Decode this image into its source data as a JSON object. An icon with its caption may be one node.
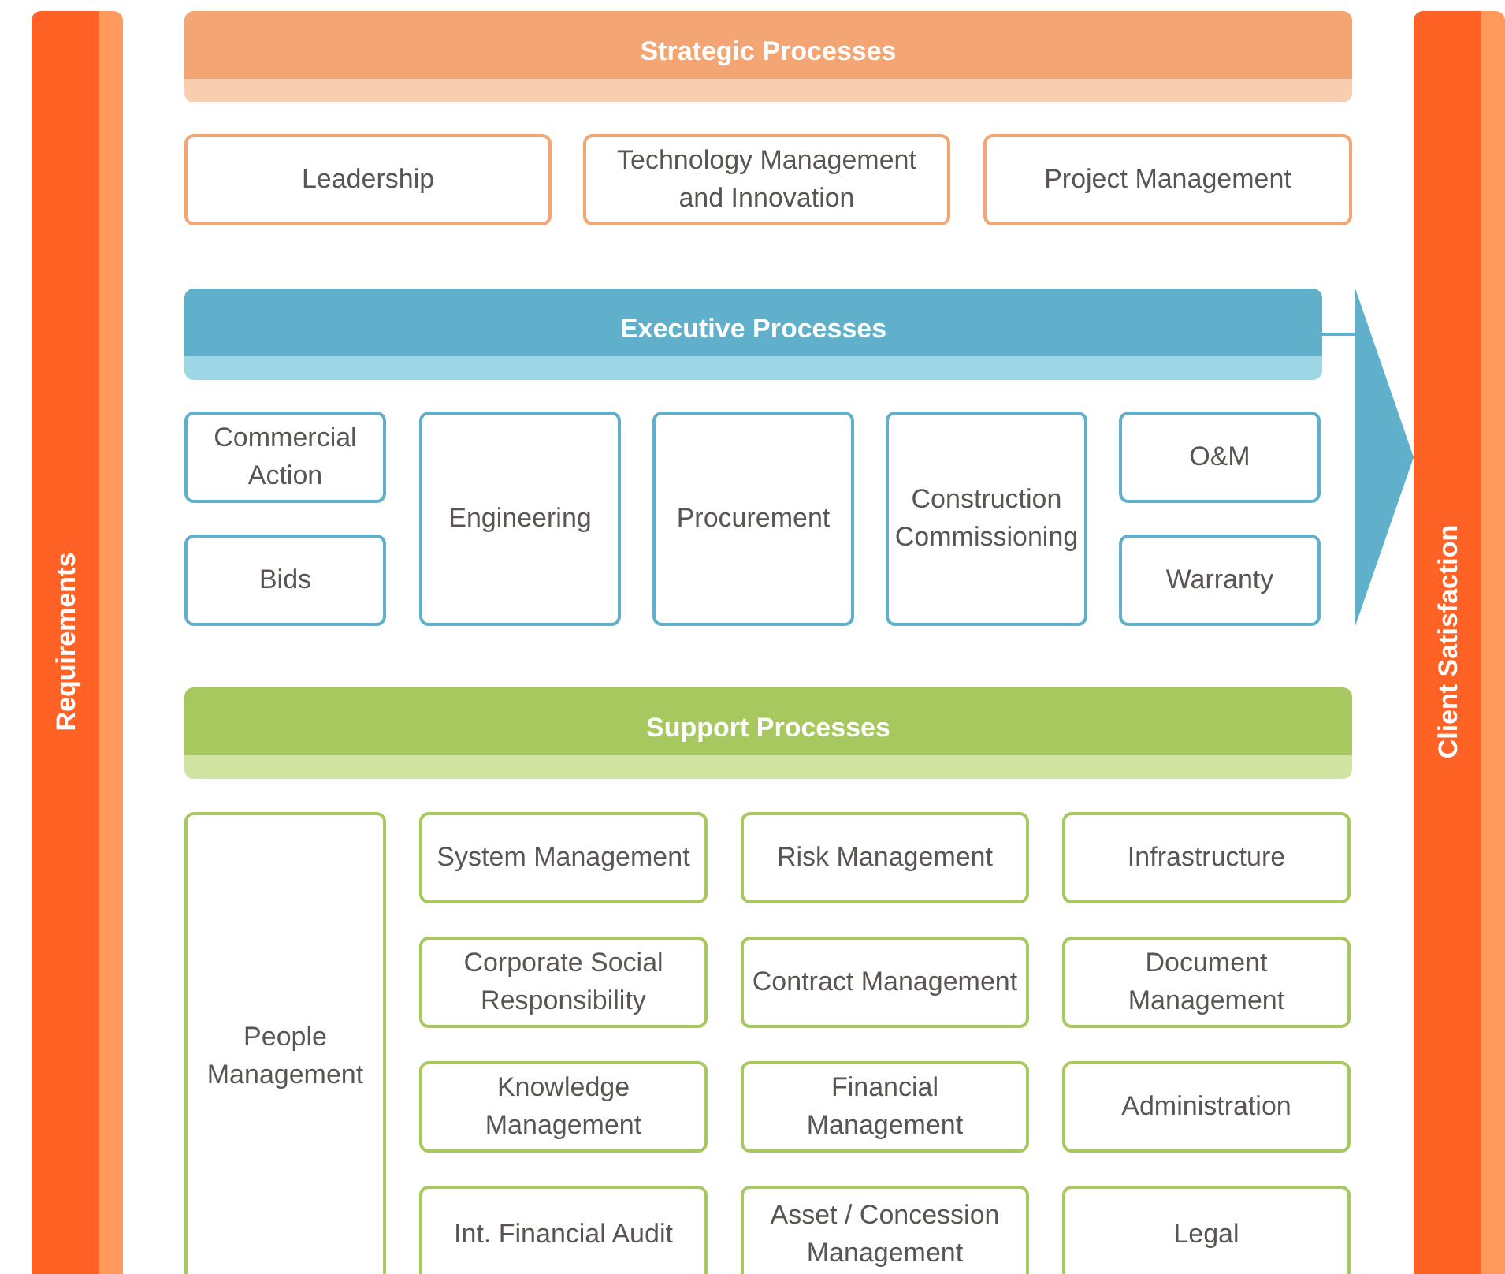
{
  "diagram": {
    "nodes": [
      {
        "text": [
          "Requirements"
        ]
      },
      {
        "text": [
          "Strategic Processes"
        ]
      },
      {
        "text": [
          "Leadership"
        ]
      },
      {
        "text": [
          "Technology Management and Innovation"
        ]
      },
      {
        "text": [
          "Project Management"
        ]
      },
      {
        "text": [
          "Executive Processes"
        ]
      },
      {
        "text": [
          "Commercial Action"
        ]
      },
      {
        "text": [
          "Engineering"
        ]
      },
      {
        "text": [
          "Procurement"
        ]
      },
      {
        "text": [
          "Construction Commissioning"
        ]
      },
      {
        "text": [
          "O&M"
        ]
      },
      {
        "text": [
          "Bids"
        ]
      },
      {
        "text": [
          "Warranty"
        ]
      },
      {
        "text": [
          "Support Processes"
        ]
      },
      {
        "text": [
          "People Management"
        ]
      },
      {
        "text": [
          "System Management"
        ]
      },
      {
        "text": [
          "Risk Management"
        ]
      },
      {
        "text": [
          "Infrastructure"
        ]
      },
      {
        "text": [
          "Corporate Social Responsibility"
        ]
      },
      {
        "text": [
          "Contract Management"
        ]
      },
      {
        "text": [
          "Document Management"
        ]
      },
      {
        "text": [
          "Knowledge Management"
        ]
      },
      {
        "text": [
          "Financial Management"
        ]
      },
      {
        "text": [
          "Administration"
        ]
      },
      {
        "text": [
          "Int. Financial Audit"
        ]
      },
      {
        "text": [
          "Asset / Concession Management"
        ]
      },
      {
        "text": [
          "Legal"
        ]
      },
      {
        "text": [
          "Client Satisfaction"
        ]
      }
    ],
    "edges": [
      {
        "from": 5,
        "to": 27,
        "arrow": "to"
      }
    ]
  }
}
